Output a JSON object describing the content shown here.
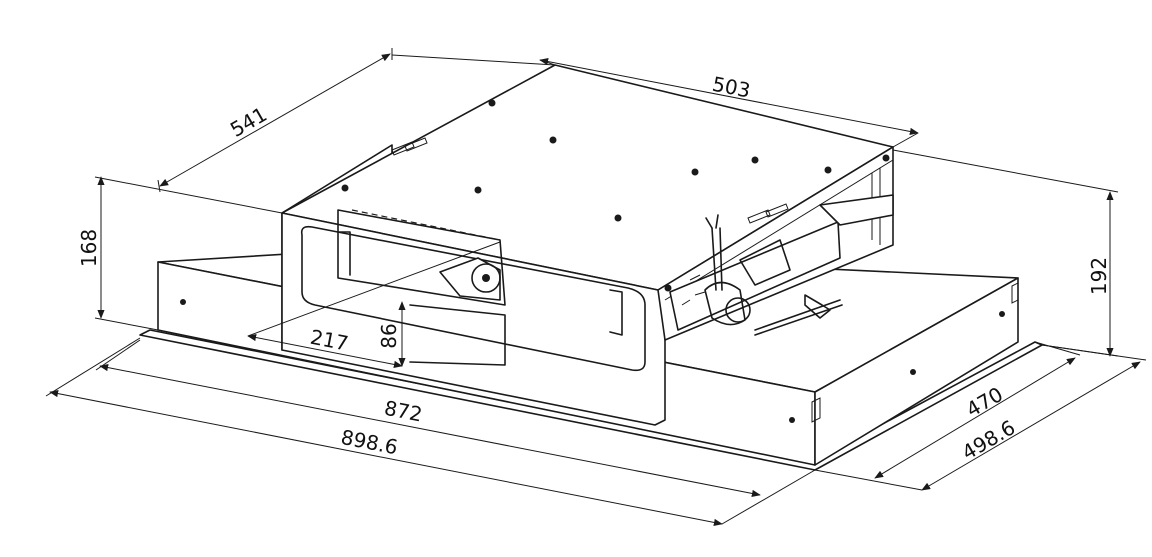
{
  "dimensions": {
    "top_depth": "541",
    "top_width": "503",
    "left_height": "168",
    "right_height": "192",
    "outlet_width": "217",
    "outlet_height": "86",
    "inner_width": "872",
    "outer_width": "898.6",
    "inner_depth": "470",
    "outer_depth": "498.6"
  }
}
